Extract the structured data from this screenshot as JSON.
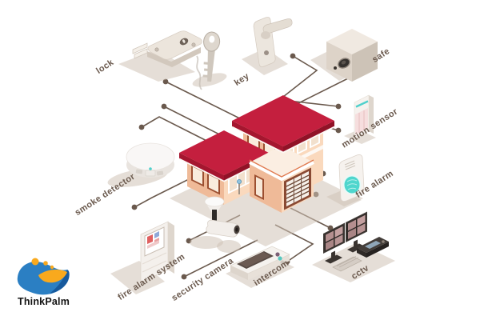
{
  "diagram": {
    "description": "isometric smart home security infographic",
    "labels": {
      "lock": "lock",
      "key": "key",
      "safe": "safe",
      "motion_sensor": "motion sensor",
      "fire_alarm": "fire alarm",
      "smoke_detector": "smoke detector",
      "fire_alarm_system": "fire alarm system",
      "security_camera": "security camera",
      "intercom": "intercom",
      "cctv": "cctv"
    },
    "unlabeled_items": [
      "door-handle",
      "house"
    ],
    "colors": {
      "connector_line": "#6a594d",
      "label_text": "#6b5a4e",
      "roof": "#c41f3e",
      "roof_shade": "#a5162f",
      "wall": "#efba98",
      "wall_light": "#fad9bd",
      "window_trim": "#9c4f30",
      "device_body": "#f2ede7",
      "accent_teal": "#4fd0cb",
      "shadow": "#cfc3b7"
    }
  },
  "brand": {
    "name": "ThinkPalm",
    "colors": {
      "blue": "#2b7fc3",
      "dark_blue": "#175a9d",
      "yellow": "#f9a91d"
    }
  }
}
